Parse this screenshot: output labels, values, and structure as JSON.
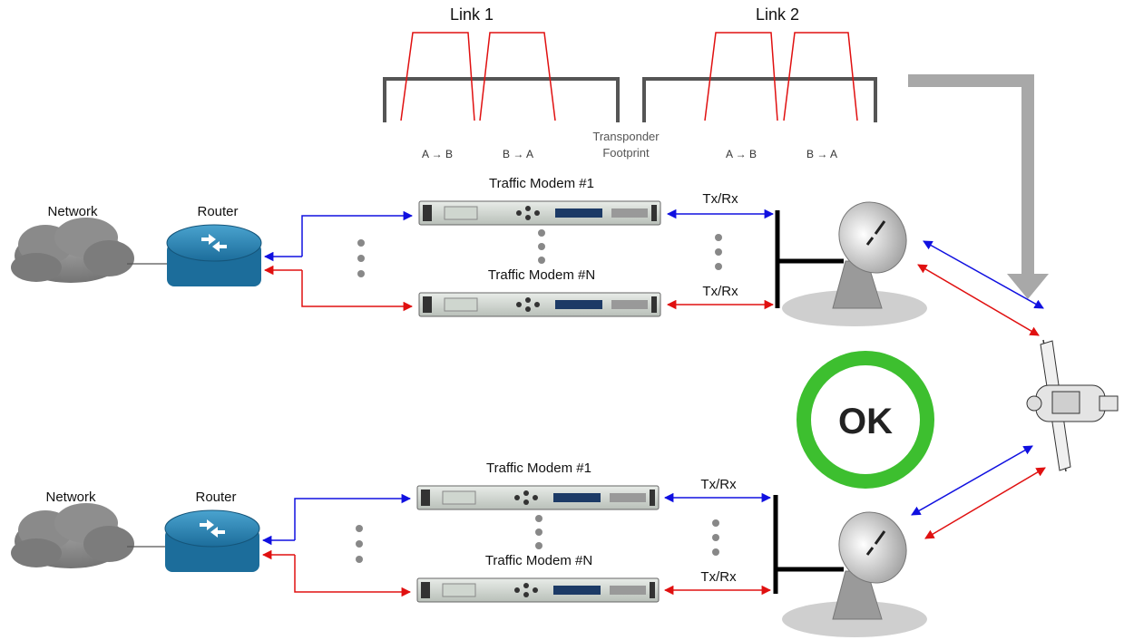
{
  "spectrum": {
    "link1_label": "Link 1",
    "link2_label": "Link 2",
    "footprint_label_line1": "Transponder",
    "footprint_label_line2": "Footprint",
    "link1_carriers": [
      "A → B",
      "B → A"
    ],
    "link2_carriers": [
      "A → B",
      "B → A"
    ]
  },
  "sites": [
    {
      "network_label": "Network",
      "router_label": "Router",
      "modem_first_label": "Traffic Modem #1",
      "modem_last_label": "Traffic Modem #N",
      "txrx_top_label": "Tx/Rx",
      "txrx_bottom_label": "Tx/Rx"
    },
    {
      "network_label": "Network",
      "router_label": "Router",
      "modem_first_label": "Traffic Modem #1",
      "modem_last_label": "Traffic Modem #N",
      "txrx_top_label": "Tx/Rx",
      "txrx_bottom_label": "Tx/Rx"
    }
  ],
  "status": {
    "label": "OK",
    "ring_color": "#3dbf2f"
  },
  "colors": {
    "forward_link": "#1010e0",
    "return_link": "#e01010",
    "spectrum_trace": "#e01010",
    "footprint": "#555555",
    "big_arrow": "#a8a8a8"
  },
  "icons": [
    "cloud-icon",
    "router-icon",
    "modem-icon",
    "dish-icon",
    "satellite-icon"
  ]
}
